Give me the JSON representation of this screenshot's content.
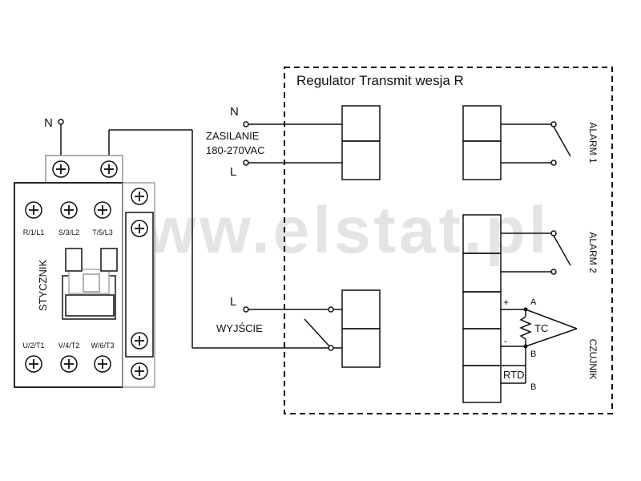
{
  "controller": {
    "title": "Regulator Transmit wesja R",
    "alarm1": "ALARM 1",
    "alarm2": "ALARM 2",
    "sensor": "CZUJNIK",
    "tc": "TC",
    "rtd": "RTD",
    "plus": "+",
    "minus": "-",
    "terminal_a": "A",
    "terminal_b1": "B",
    "terminal_b2": "B"
  },
  "supply": {
    "n": "N",
    "label": "ZASILANIE",
    "voltage": "180-270VAC",
    "l": "L"
  },
  "output": {
    "l": "L",
    "label": "WYJŚCIE"
  },
  "contactor": {
    "n": "N",
    "label": "STYCZNIK",
    "top_terminals": [
      "R/1/L1",
      "S/3/L2",
      "T/5/L3"
    ],
    "bottom_terminals": [
      "U/2/T1",
      "V/4/T2",
      "W/6/T3"
    ]
  },
  "watermark": "www.elstat.pl",
  "colors": {
    "line": "#111111",
    "watermark": "#e4e4e4"
  }
}
